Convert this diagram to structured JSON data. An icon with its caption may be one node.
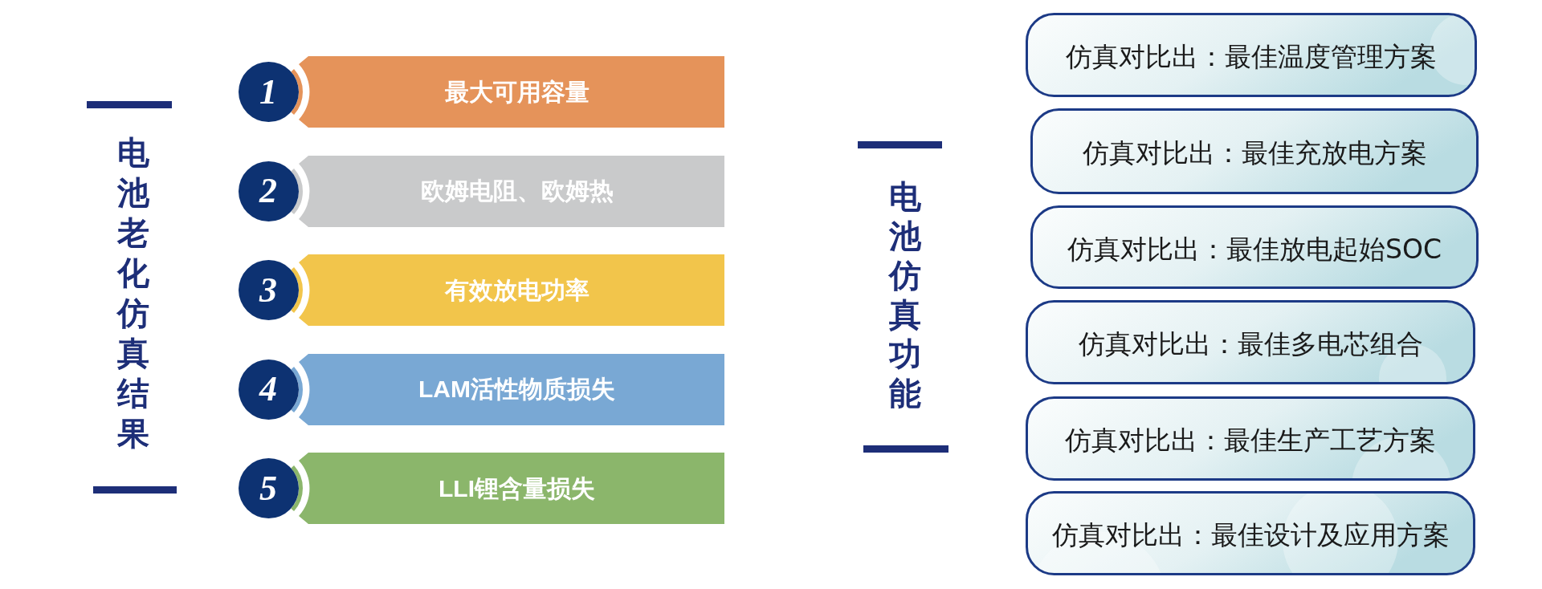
{
  "diagram": {
    "nodes": [
      {
        "text": [
          "1"
        ]
      },
      {
        "text": [
          "最大可用容量"
        ]
      },
      {
        "text": [
          "2"
        ]
      },
      {
        "text": [
          "欧姆电阻、欧姆热"
        ]
      },
      {
        "text": [
          "3"
        ]
      },
      {
        "text": [
          "有效放电功率"
        ]
      },
      {
        "text": [
          "4"
        ]
      },
      {
        "text": [
          "LAM活性物质损失"
        ]
      },
      {
        "text": [
          "5"
        ]
      },
      {
        "text": [
          "LLI锂含量损失"
        ]
      },
      {
        "text": [
          "仿真对比出：最佳温度管理方案"
        ]
      },
      {
        "text": [
          "仿真对比出：最佳充放电方案"
        ]
      },
      {
        "text": [
          "仿真对比出：最佳放电起始SOC"
        ]
      },
      {
        "text": [
          "仿真对比出：最佳多电芯组合"
        ]
      },
      {
        "text": [
          "仿真对比出：最佳生产工艺方案"
        ]
      },
      {
        "text": [
          "仿真对比出：最佳设计及应用方案"
        ]
      }
    ],
    "labels": [
      "电池老化仿真结果",
      "电池仿真功能"
    ]
  }
}
